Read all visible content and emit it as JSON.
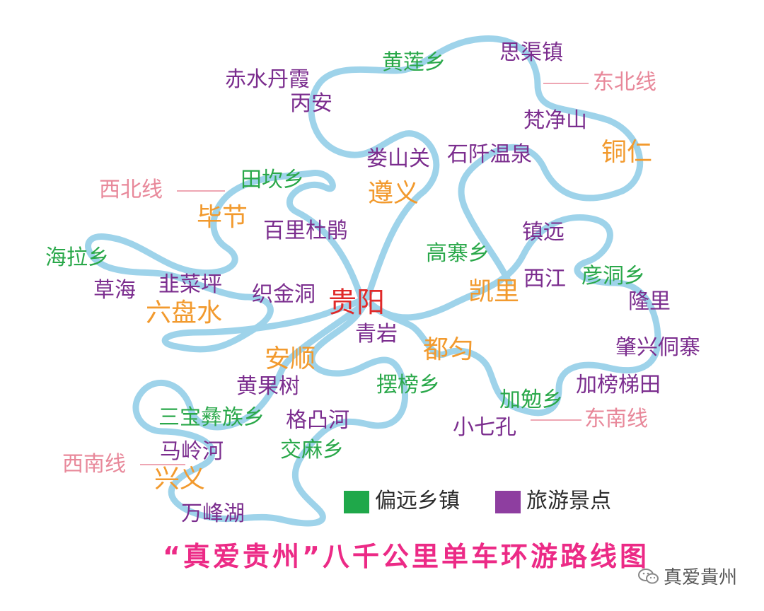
{
  "colors": {
    "river": "#9ed3ea",
    "remote": "#2aa84a",
    "tour": "#7b2d8e",
    "city": "#f29a2e",
    "capital": "#e02a2a",
    "route": "#e8889a",
    "title": "#ec2a86"
  },
  "capital": "贵阳",
  "cities": {
    "zunyi": "遵义",
    "tongren": "铜仁",
    "bijie": "毕节",
    "liupanshui": "六盘水",
    "kaili": "凯里",
    "anshun": "安顺",
    "duyun": "都匀",
    "xingyi": "兴义"
  },
  "remote_towns": {
    "huanglian": "黄莲乡",
    "tiankan": "田坎乡",
    "hailai": "海拉乡",
    "gaozhai": "高寨乡",
    "yandong": "彦洞乡",
    "baibang": "摆榜乡",
    "jiamian": "加勉乡",
    "sanbao": "三宝彝族乡",
    "jiaoma": "交麻乡"
  },
  "tourist_spots": {
    "siqu": "思渠镇",
    "chishui": "赤水丹霞",
    "bingan": "丙安",
    "fanjing": "梵净山",
    "loushan": "娄山关",
    "shiqian": "石阡温泉",
    "baili": "百里杜鹃",
    "zhenyuan": "镇远",
    "caohai": "草海",
    "jiucai": "韭菜坪",
    "zhijin": "织金洞",
    "xijiang": "西江",
    "longli": "隆里",
    "qingyan": "青岩",
    "zhaoxing": "肇兴侗寨",
    "huangguoshu": "黄果树",
    "jiabang": "加榜梯田",
    "getu": "格凸河",
    "xiaoqikong": "小七孔",
    "malinghe": "马岭河",
    "wanfeng": "万峰湖"
  },
  "routes": {
    "northeast": "东北线",
    "northwest": "西北线",
    "southeast": "东南线",
    "southwest": "西南线"
  },
  "legend": {
    "remote": "偏远乡镇",
    "tour": "旅游景点"
  },
  "title": "“真爱贵州”八千公里单车环游路线图",
  "watermark": "真爱貴州"
}
